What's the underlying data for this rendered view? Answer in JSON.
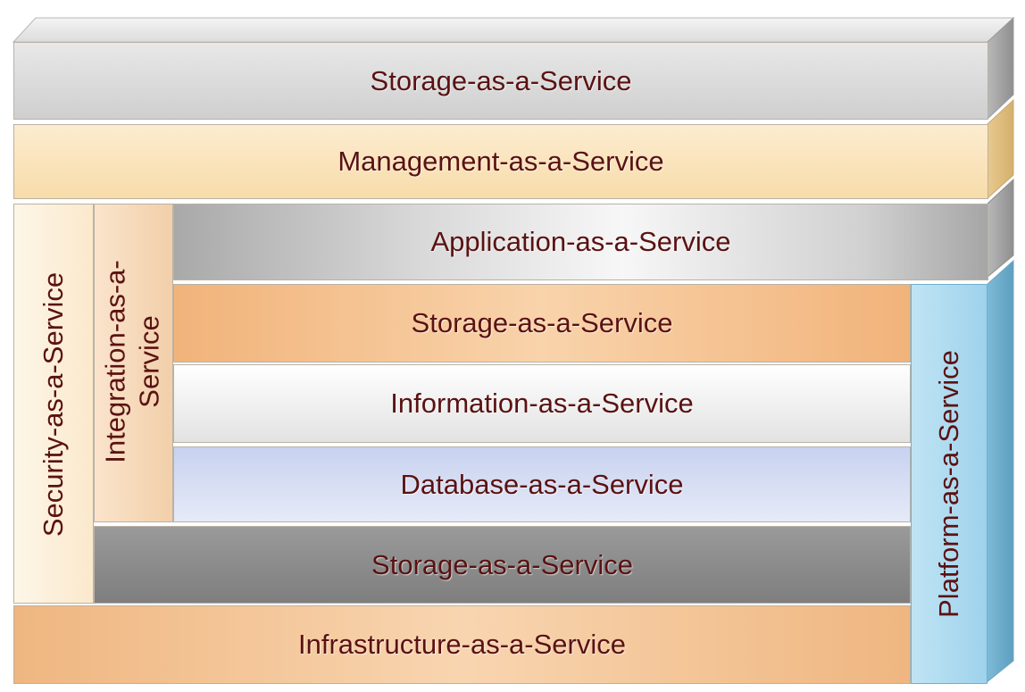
{
  "layers": {
    "top_storage": "Storage-as-a-Service",
    "management": "Management-as-a-Service",
    "security": "Security-as-a-Service",
    "integration_line1": "Integration-as-a-",
    "integration_line2": "Service",
    "application": "Application-as-a-Service",
    "middle_storage": "Storage-as-a-Service",
    "information": "Information-as-a-Service",
    "database": "Database-as-a-Service",
    "lower_storage": "Storage-as-a-Service",
    "infrastructure": "Infrastructure-as-a-Service",
    "platform": "Platform-as-a-Service"
  },
  "colors": {
    "top_storage": "#d6d6d6",
    "management": "#fbe3b8",
    "security": "#fdf1dc",
    "integration": "#f6d8b8",
    "application": "#c4c4c4",
    "middle_storage": "#f5c08c",
    "information": "#f2f2f2",
    "database": "#d4dcf2",
    "lower_storage": "#8c8c8c",
    "infrastructure": "#f4c595",
    "platform": "#a8d8ef",
    "text": "#5a1212"
  }
}
